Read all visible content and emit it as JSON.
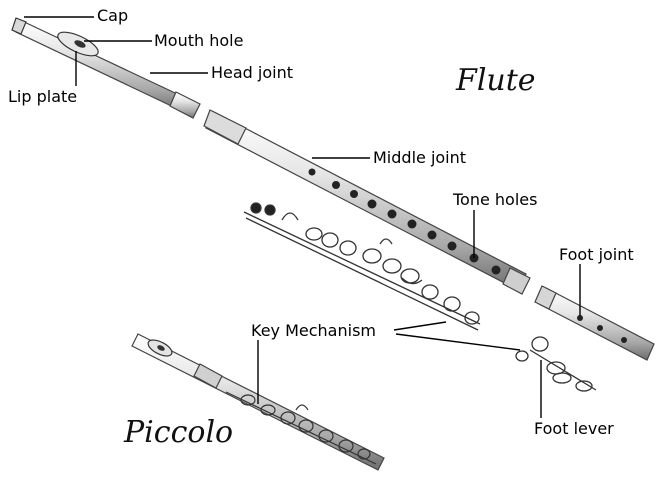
{
  "diagram": {
    "labels": {
      "cap": "Cap",
      "mouth_hole": "Mouth hole",
      "head_joint": "Head joint",
      "lip_plate": "Lip plate",
      "middle_joint": "Middle joint",
      "tone_holes": "Tone holes",
      "foot_joint": "Foot joint",
      "key_mechanism": "Key Mechanism",
      "foot_lever": "Foot lever"
    },
    "titles": {
      "flute": "Flute",
      "piccolo": "Piccolo"
    }
  },
  "colors": {
    "metal_light": "#f2f2f2",
    "metal_mid": "#bdbdbd",
    "metal_dark": "#555555",
    "ink": "#000000"
  }
}
